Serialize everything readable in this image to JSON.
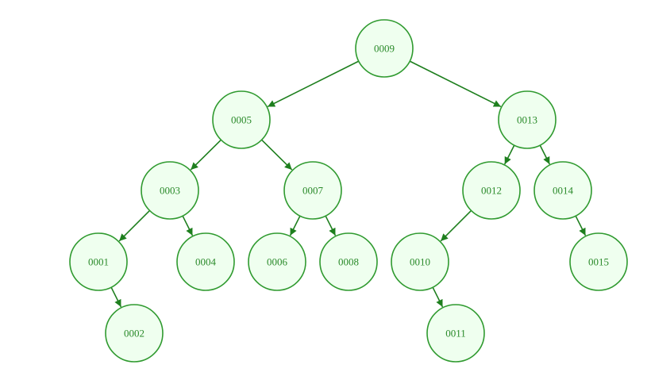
{
  "tree": {
    "nodes": [
      "0009",
      "0005",
      "0013",
      "0003",
      "0007",
      "0012",
      "0014",
      "0001",
      "0004",
      "0006",
      "0008",
      "0010",
      "0015",
      "0002",
      "0011"
    ],
    "edges": [
      [
        "0009",
        "0005"
      ],
      [
        "0009",
        "0013"
      ],
      [
        "0005",
        "0003"
      ],
      [
        "0005",
        "0007"
      ],
      [
        "0013",
        "0012"
      ],
      [
        "0013",
        "0014"
      ],
      [
        "0003",
        "0001"
      ],
      [
        "0003",
        "0004"
      ],
      [
        "0007",
        "0006"
      ],
      [
        "0007",
        "0008"
      ],
      [
        "0012",
        "0010"
      ],
      [
        "0014",
        "0015"
      ],
      [
        "0001",
        "0002"
      ],
      [
        "0010",
        "0011"
      ]
    ]
  },
  "colors": {
    "fill": "#efffef",
    "stroke": "#2f9a2f",
    "edge": "#1e7f1e",
    "text": "#2a8a2a"
  }
}
